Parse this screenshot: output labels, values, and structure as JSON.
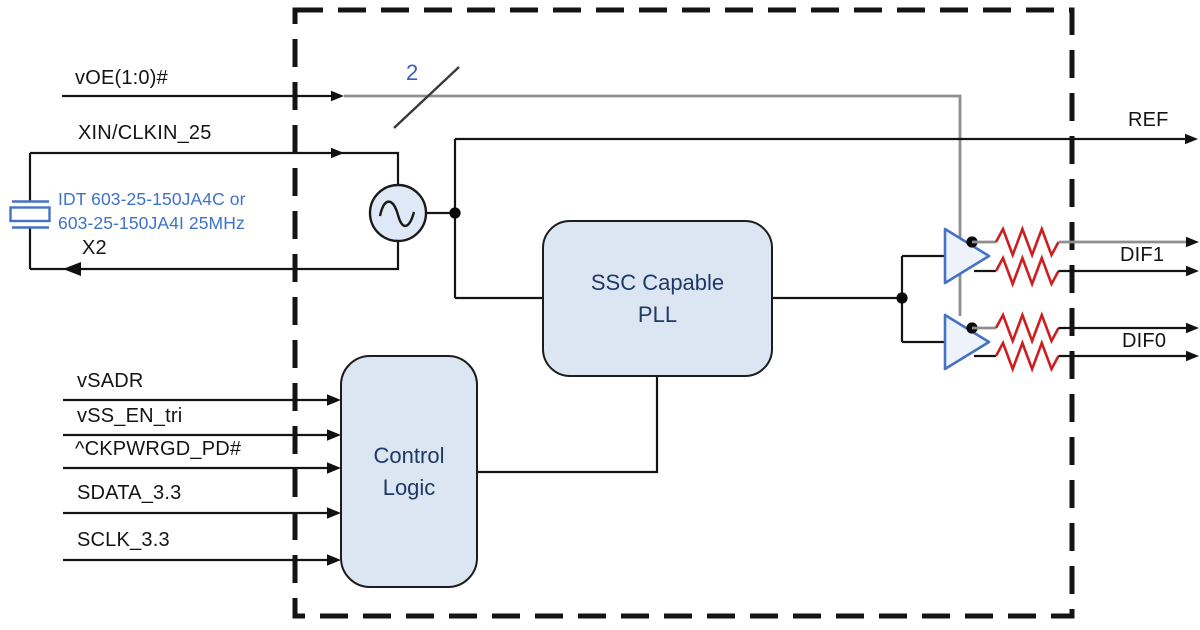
{
  "diagram_type": "clock-generator-block-diagram",
  "labels": {
    "voe": "vOE(1:0)#",
    "xin": "XIN/CLKIN_25",
    "x2": "X2",
    "bus_width": "2",
    "vsadr": "vSADR",
    "vss_en": "vSS_EN_tri",
    "ckpwrgd": "^CKPWRGD_PD#",
    "sdata": "SDATA_3.3",
    "sclk": "SCLK_3.3",
    "ref": "REF",
    "dif1": "DIF1",
    "dif0": "DIF0"
  },
  "crystal_note": {
    "line1": "IDT 603-25-150JA4C or",
    "line2": "603-25-150JA4I 25MHz"
  },
  "blocks": {
    "pll": {
      "line1": "SSC Capable",
      "line2": "PLL"
    },
    "control": {
      "line1": "Control",
      "line2": "Logic"
    }
  },
  "icons": {
    "oscillator": "sine-oscillator-icon",
    "crystal": "crystal-icon",
    "buffers": "output-buffer-triangle-icon",
    "resistors": "series-resistor-zigzag-icon"
  },
  "colors": {
    "accent_blue": "#4472C4",
    "crystal_text_blue": "#3E72C8",
    "box_fill": "#DCE6F3",
    "buffer_fill": "#EEF2FA",
    "resistor_red": "#CD1F1F",
    "wire_gray": "#8F8F8F",
    "wire_black": "#141414",
    "block_text_navy": "#1F3864"
  }
}
